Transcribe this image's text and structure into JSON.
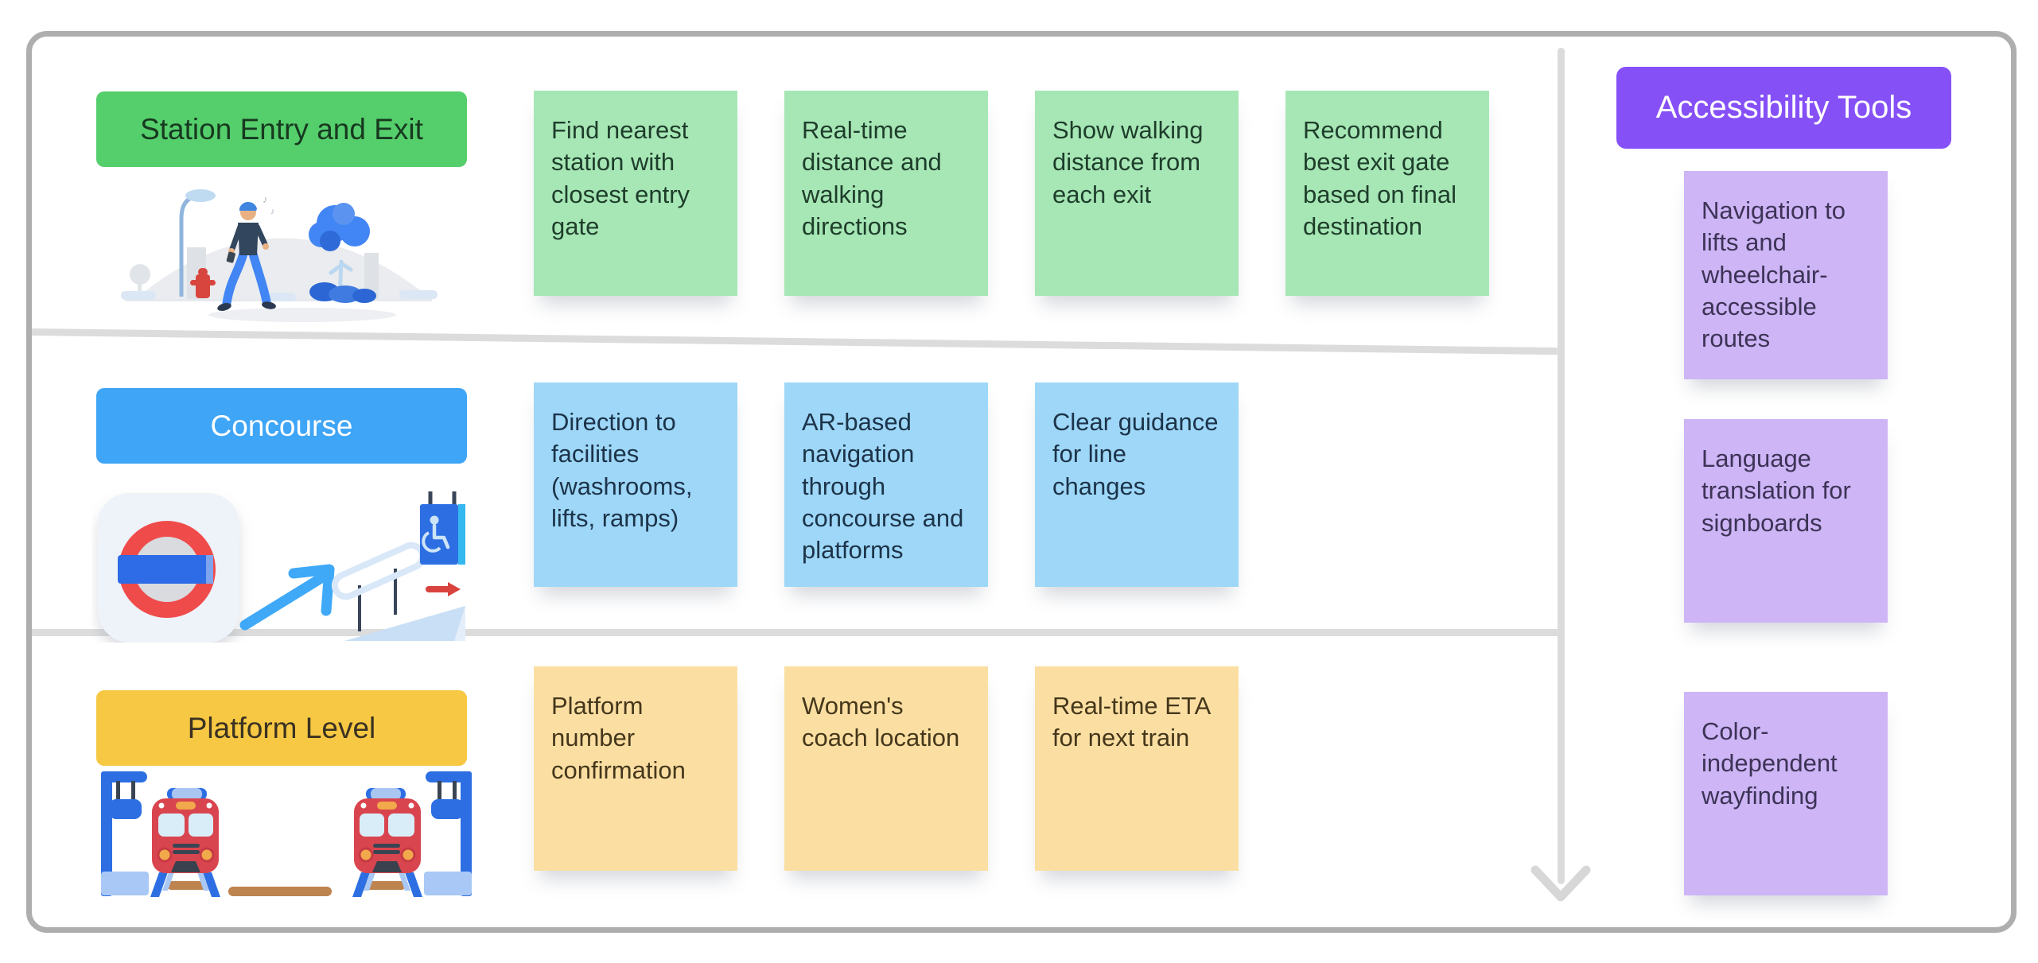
{
  "board": {
    "frame_border_color": "#AEAEAE",
    "divider_color": "#DCDCDC",
    "rows": [
      {
        "title": "Station Entry and Exit",
        "theme": {
          "header_bg": "#55CE6C",
          "header_text": "#17391F",
          "note_bg": "#A6E7B5",
          "note_text": "#1F3D2B"
        },
        "notes": [
          "Find nearest station with closest entry gate",
          "Real-time distance and walking directions",
          "Show walking distance from each exit",
          "Recommend best exit gate based on final destination"
        ],
        "illustration": "person walking to station with lamp post, fire hydrant and trees"
      },
      {
        "title": "Concourse",
        "theme": {
          "header_bg": "#3FA5F6",
          "header_text": "#FFFFFF",
          "note_bg": "#9ED7F7",
          "note_text": "#1C3349"
        },
        "notes": [
          "Direction to facilities (washrooms, lifts, ramps)",
          "AR-based navigation through concourse and platforms",
          "Clear guidance for line changes"
        ],
        "illustration": "underground roundel, up-right arrow, ramp with railing, wheelchair accessibility sign, right arrow"
      },
      {
        "title": "Platform Level",
        "theme": {
          "header_bg": "#F7C843",
          "header_text": "#3A3222",
          "note_bg": "#FBDFA2",
          "note_text": "#45371C"
        },
        "notes": [
          "Platform number confirmation",
          "Women's coach location",
          "Real-time ETA for next train"
        ],
        "illustration": "two red trains at platform with hanging signs and tracks"
      }
    ],
    "side_panel": {
      "title": "Accessibility Tools",
      "theme": {
        "header_bg": "#8650F7",
        "header_text": "#FFFFFF",
        "note_bg": "#CDB5F6",
        "note_text": "#3D3356"
      },
      "notes": [
        "Navigation to lifts and wheelchair-accessible routes",
        "Language translation for signboards",
        "Color-independent wayfinding"
      ],
      "divider_arrow_icon": "down-arrow-icon",
      "divider_arrow_color": "#D7D7D7"
    }
  }
}
